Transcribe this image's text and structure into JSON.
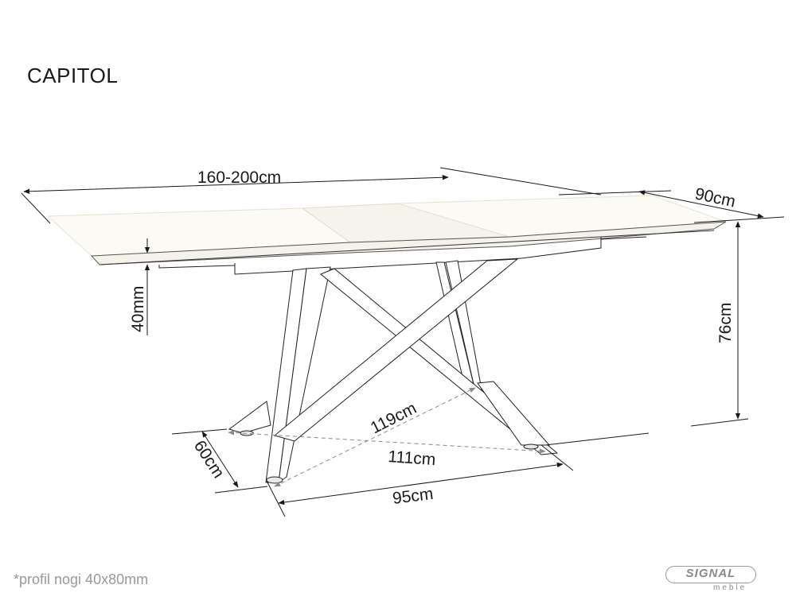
{
  "title": "CAPITOL",
  "footnote": "*profil nogi 40x80mm",
  "logo": {
    "brand": "SIGNAL",
    "sub": "meble"
  },
  "dimensions": {
    "length": "160-200cm",
    "depth": "90cm",
    "top_thickness": "40mm",
    "height": "76cm",
    "leg_diagonal": "119cm",
    "leg_span_diagonal": "111cm",
    "base_depth": "60cm",
    "base_width": "95cm"
  },
  "colors": {
    "line": "#1a1a1a",
    "dashed": "#8a8a8a",
    "tabletop": "#fbfaf4",
    "logo": "#8a8a8a"
  }
}
